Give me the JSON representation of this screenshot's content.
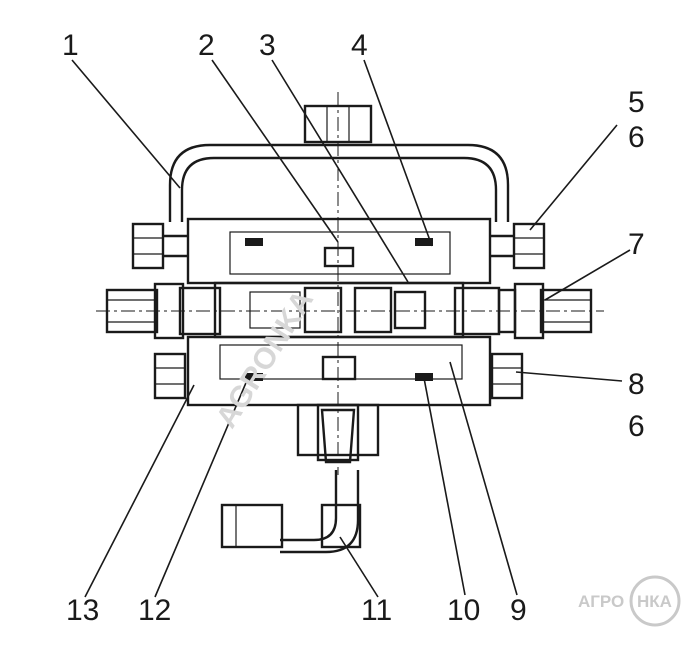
{
  "callouts": [
    "1",
    "2",
    "3",
    "4",
    "5",
    "6",
    "7",
    "8",
    "6",
    "9",
    "10",
    "11",
    "12",
    "13"
  ],
  "watermark": "AGRONKA",
  "logo": {
    "part1": "АГРО",
    "part2": "НКА"
  },
  "colors": {
    "ink": "#1a1a1a",
    "watermark": "#d7d7d7",
    "logo": "#c9c9c9"
  }
}
